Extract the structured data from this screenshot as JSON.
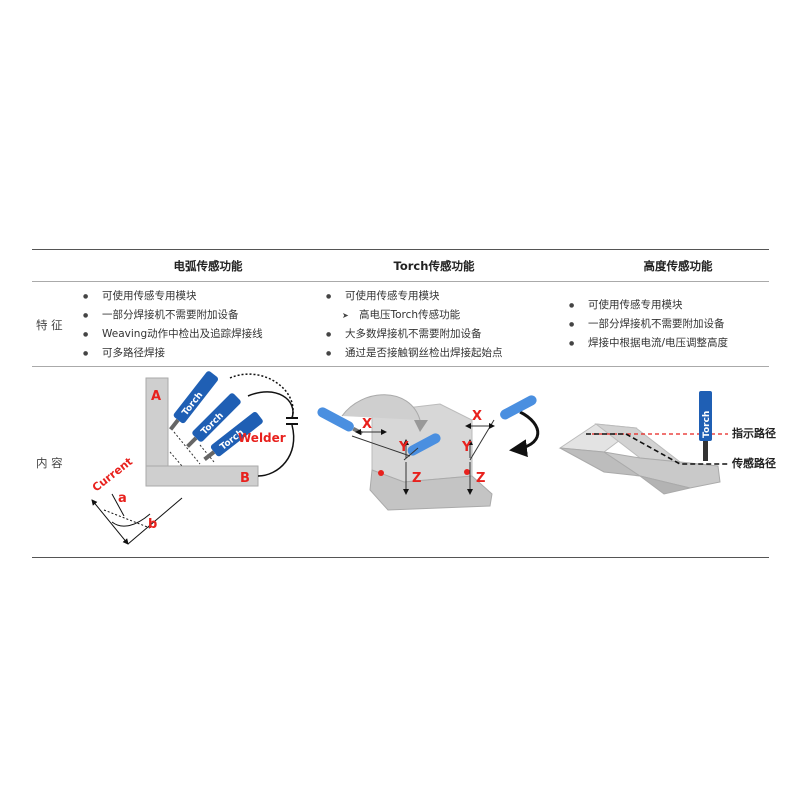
{
  "table": {
    "columns": [
      "电弧传感功能",
      "Torch传感功能",
      "高度传感功能"
    ],
    "row_features_label": "特 征",
    "row_content_label": "内 容",
    "features": [
      {
        "items": [
          {
            "text": "可使用传感专用模块",
            "sub": false
          },
          {
            "text": "一部分焊接机不需要附加设备",
            "sub": false
          },
          {
            "text": "Weaving动作中检出及追踪焊接线",
            "sub": false
          },
          {
            "text": "可多路径焊接",
            "sub": false
          }
        ]
      },
      {
        "items": [
          {
            "text": "可使用传感专用模块",
            "sub": false
          },
          {
            "text": "高电压Torch传感功能",
            "sub": true
          },
          {
            "text": "大多数焊接机不需要附加设备",
            "sub": false
          },
          {
            "text": "通过是否接触钢丝检出焊接起始点",
            "sub": false
          }
        ]
      },
      {
        "items": [
          {
            "text": "可使用传感专用模块",
            "sub": false
          },
          {
            "text": "一部分焊接机不需要附加设备",
            "sub": false
          },
          {
            "text": "焊接中根据电流/电压调整高度",
            "sub": false
          }
        ]
      }
    ]
  },
  "diagram1": {
    "label_a_top": "A",
    "label_b": "B",
    "torch": "Torch",
    "welder": "Welder",
    "current": "Current",
    "label_a_small": "a",
    "label_b_small": "b"
  },
  "diagram2": {
    "x": "X",
    "y": "Y",
    "z": "Z"
  },
  "diagram3": {
    "torch": "Torch",
    "taught_path": "指示路径",
    "weld_path": "传感路径"
  },
  "colors": {
    "torch_blue": "#1f5fb4",
    "label_red": "#e8211d",
    "plate_gray": "#c8c8c8"
  }
}
